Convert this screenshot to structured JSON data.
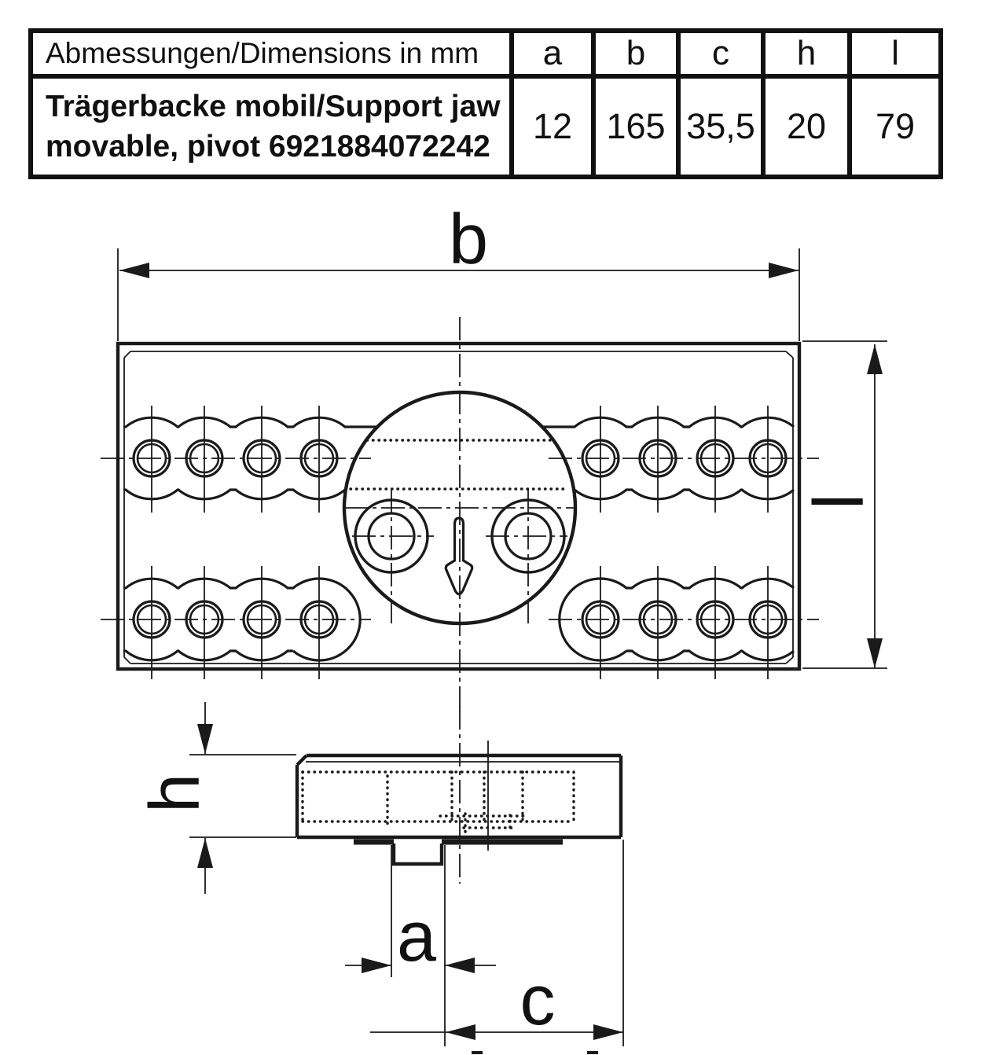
{
  "table": {
    "dimensions_header": "Abmessungen/Dimensions in mm",
    "part_name_line1": "Trägerbacke mobil/Support jaw",
    "part_name_line2": "movable, pivot 6921884072242",
    "columns": [
      {
        "label": "a",
        "value": "12"
      },
      {
        "label": "b",
        "value": "165"
      },
      {
        "label": "c",
        "value": "35,5"
      },
      {
        "label": "h",
        "value": "20"
      },
      {
        "label": "l",
        "value": "79"
      }
    ]
  },
  "drawing": {
    "dimension_labels": {
      "width": "b",
      "length": "l",
      "height": "h",
      "tenon_width": "a",
      "offset": "c"
    }
  },
  "colors": {
    "line": "#1a1a1a",
    "table_border": "#111111",
    "cell_shaded": "#dadada",
    "cell_plain": "#ffffff",
    "background": "#ffffff"
  }
}
